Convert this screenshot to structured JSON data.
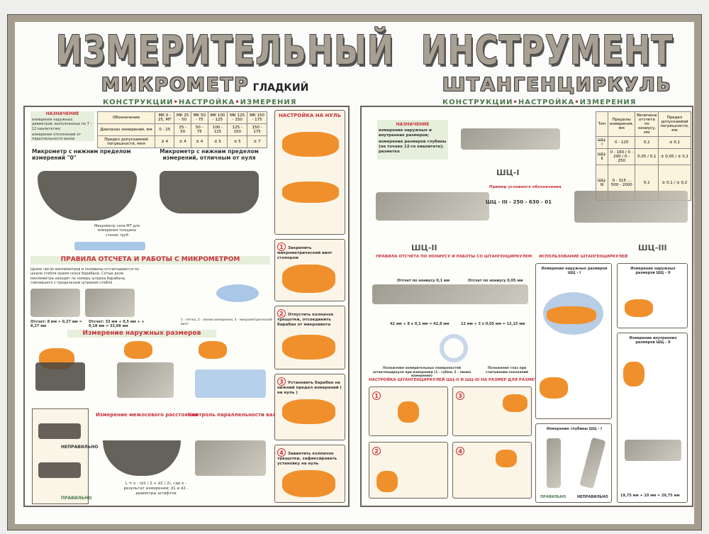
{
  "title": {
    "word1": "ИЗМЕРИТЕЛЬНЫЙ",
    "word2": "ИНСТРУМЕНТ"
  },
  "left": {
    "subtitle": "МИКРОМЕТР",
    "subtitle_suffix": "ГЛАДКИЙ",
    "tagline": [
      "КОНСТРУКЦИИ",
      "НАСТРОЙКА",
      "ИЗМЕРЕНИЯ"
    ],
    "purpose_heading": "НАЗНАЧЕНИЕ",
    "purpose_items": [
      "измерение наружных диаметров, выполненных по 7 - 12 квалитетам;",
      "измерение отклонений от параллельности валов"
    ],
    "table": {
      "headers": [
        "Обозначение",
        "МК 0 - 25, МТ",
        "МК 25 - 50",
        "МК 50 - 75",
        "МК 100 - 125",
        "МК 125 - 150",
        "МК 150 - 175"
      ],
      "rows": [
        [
          "Диапазон измерений, мм",
          "0 - 25",
          "25 - 50",
          "50 - 75",
          "100 - 125",
          "125 - 150",
          "150 - 175"
        ],
        [
          "Предел допускаемой погрешности, мкм",
          "± 4",
          "± 4",
          "± 4",
          "± 5",
          "± 5",
          "± 7"
        ]
      ]
    },
    "mic_zero_title": "Микрометр с нижним пределом измерений \"0\"",
    "mic_nonzero_title": "Микрометр с нижним пределом измерений, отличным от нуля",
    "mt_caption": "Микрометр типа МТ для измерения толщины стенок труб",
    "rules_heading": "ПРАВИЛА ОТСЧЕТА И РАБОТЫ С МИКРОМЕТРОМ",
    "rules_text": "Целое число миллиметров и половины отсчитываются по шкале стебля краем скоса барабана. Сотые доли миллиметра находят по номеру штриха барабана, совпавшего с продольным штрихом стебля",
    "reading1": "Отсчет: 8 мм + 0,27 мм = 8,27 мм",
    "reading2": "Отсчет: 33 мм + 0,5 мм + + 0,18 мм = 33,68 мм",
    "position_legend": "1 - пятка, 2 - линия измерения, 3 - микрометрический винт",
    "outer_heading": "Измерение наружных размеров",
    "center_heading": "Измерение межосевого расстояния",
    "parallel_heading": "Контроль параллельности валов",
    "wrong": "НЕПРАВИЛЬНО",
    "right": "ПРАВИЛЬНО",
    "formula": "L = x - (d1 / 2 + d2 / 2), где x - результат измерения; d1 и d2 - диаметры штифтов",
    "zero_heading": "НАСТРОЙКА НА НУЛЬ",
    "steps": [
      "Закрепить микрометрический винт стопором",
      "Отпустить колпачок трещотки, отсоединить барабан от микровинта",
      "Установить барабан на нижний предел измерений ( на нуль )",
      "Завинтить колпачок трещотки, зафиксировать установку на нуль"
    ]
  },
  "right": {
    "subtitle": "ШТАНГЕНЦИРКУЛЬ",
    "tagline": [
      "КОНСТРУКЦИИ",
      "НАСТРОЙКА",
      "ИЗМЕРЕНИЯ"
    ],
    "purpose_heading": "НАЗНАЧЕНИЕ",
    "purpose_items": [
      "измерение наружных и внутренних размеров;",
      "измерение размеров глубины (не точнее 12-го квалитета);",
      "разметка"
    ],
    "models": [
      "ШЦ-I",
      "ШЦ-II",
      "ШЦ-III"
    ],
    "table": {
      "headers": [
        "Тип",
        "Пределы измерения, мм",
        "Величина отсчета по нониусу, мм",
        "Предел допускаемой погрешности, мм"
      ],
      "rows": [
        [
          "ШЦ-I",
          "0 - 125",
          "0,1",
          "± 0,1"
        ],
        [
          "ШЦ-II",
          "0 - 160 / 0 - 200 / 0 - 250",
          "0,05 / 0,1",
          "± 0,05 / ± 0,1"
        ],
        [
          "ШЦ-III",
          "0 - 315 ... 500 - 2000",
          "0,1",
          "± 0,1 / ± 0,2"
        ]
      ]
    },
    "designation_heading": "Пример условного обозначения",
    "designation": "ШЦ - III - 250 - 630 - 01",
    "rules_heading": "ПРАВИЛА ОТСЧЕТА ПО НОНИУСУ И РАБОТЫ СО ШТАНГЕНЦИРКУЛЕМ",
    "vernier1": "Отсчет по нониусу 0,1 мм",
    "vernier2": "Отсчет по нониусу 0,05 мм",
    "reading1": "42 мм + 8 х 0,1 мм = 42,8 мм",
    "reading2": "12 мм + 3 х 0,05 мм = 12,15 мм",
    "surface_caption": "Положение измерительных поверхностей штангенциркуля при измерении (1 - губки; 2 - линия измерения)",
    "eye_caption": "Положение глаз при считывании показаний",
    "setup_heading": "НАСТРОЙКА ШТАНГЕНЦИРКУЛЕЙ ШЦ-II И ШЦ-III НА РАЗМЕР ДЛЯ РАЗМЕТКИ",
    "use_heading": "ИСПОЛЬЗОВАНИЕ ШТАНГЕНЦИРКУЛЕЙ",
    "outer1": "Измерение наружных размеров ШЦ - I",
    "outer2": "Измерение наружных размеров ШЦ - II",
    "inner": "Измерение внутренних размеров ШЦ - II",
    "depth": "Измерение глубины ШЦ - I",
    "right": "ПРАВИЛЬНО",
    "wrong": "НЕПРАВИЛЬНО",
    "depth_formula": "19,75 мм + 10 мм = 29,75 мм"
  },
  "colors": {
    "frame": "#a59e90",
    "accent": "#c8323c",
    "green": "#4d7a4d",
    "hand": "#f0902c"
  }
}
